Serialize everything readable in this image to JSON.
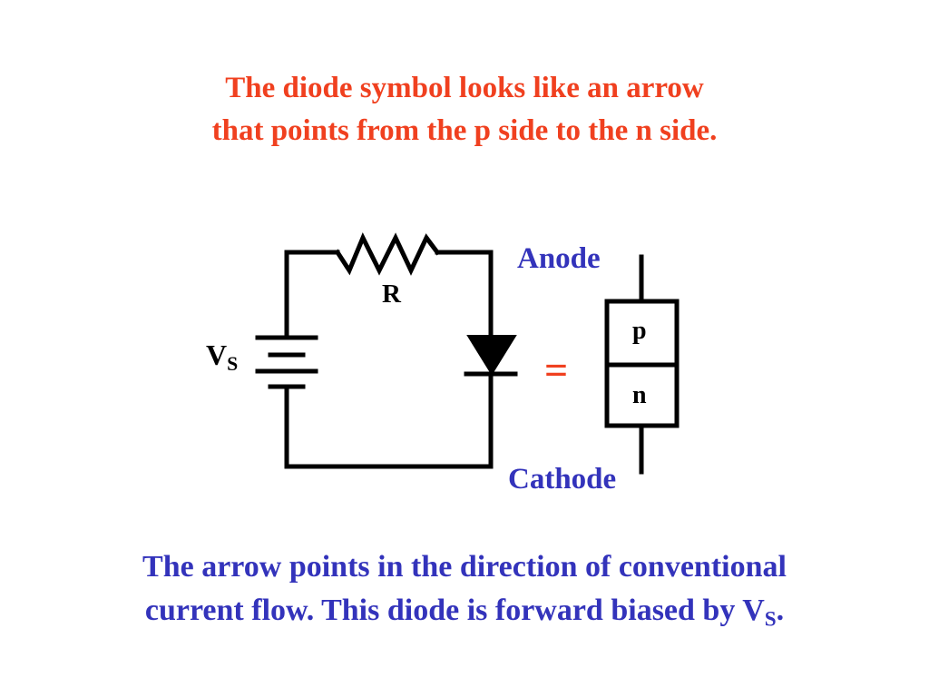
{
  "heading": {
    "line1": "The diode symbol looks like an arrow",
    "line2": "that points from the p side to the n side."
  },
  "circuit": {
    "resistor_label": "R",
    "source_label_main": "V",
    "source_label_sub": "S"
  },
  "equals_sign": "=",
  "junction": {
    "anode_label": "Anode",
    "cathode_label": "Cathode",
    "p_label": "p",
    "n_label": "n"
  },
  "caption": {
    "line1": "The arrow points in the direction of conventional",
    "line2_prefix": "current flow.  This diode is forward biased by V",
    "line2_sub": "S",
    "line2_suffix": "."
  },
  "colors": {
    "heading": "#f0401f",
    "caption": "#3333bb",
    "labels": "#3333bb",
    "equals": "#f0401f",
    "wires": "#000000"
  }
}
